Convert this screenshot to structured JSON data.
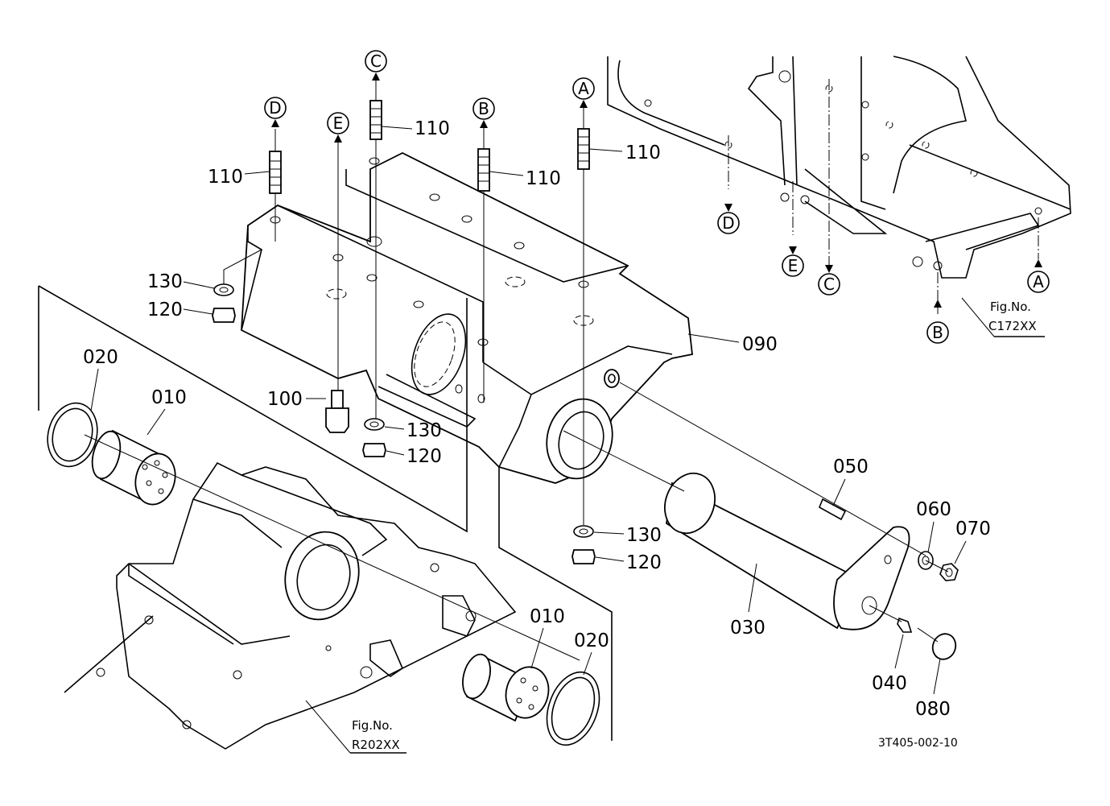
{
  "drawing": {
    "code": "3T405-002-10"
  },
  "callouts": [
    {
      "id": "c1",
      "text": "110"
    },
    {
      "id": "c2",
      "text": "110"
    },
    {
      "id": "c3",
      "text": "110"
    },
    {
      "id": "c4",
      "text": "110"
    },
    {
      "id": "c5",
      "text": "130"
    },
    {
      "id": "c6",
      "text": "120"
    },
    {
      "id": "c7",
      "text": "090"
    },
    {
      "id": "c8",
      "text": "020"
    },
    {
      "id": "c9",
      "text": "010"
    },
    {
      "id": "c10",
      "text": "100"
    },
    {
      "id": "c11",
      "text": "130"
    },
    {
      "id": "c12",
      "text": "120"
    },
    {
      "id": "c13",
      "text": "050"
    },
    {
      "id": "c14",
      "text": "060"
    },
    {
      "id": "c15",
      "text": "070"
    },
    {
      "id": "c16",
      "text": "130"
    },
    {
      "id": "c17",
      "text": "120"
    },
    {
      "id": "c18",
      "text": "030"
    },
    {
      "id": "c19",
      "text": "040"
    },
    {
      "id": "c20",
      "text": "080"
    },
    {
      "id": "c21",
      "text": "010"
    },
    {
      "id": "c22",
      "text": "020"
    }
  ],
  "markers": [
    {
      "id": "m1",
      "letter": "C"
    },
    {
      "id": "m2",
      "letter": "D"
    },
    {
      "id": "m3",
      "letter": "E"
    },
    {
      "id": "m4",
      "letter": "B"
    },
    {
      "id": "m5",
      "letter": "A"
    },
    {
      "id": "m6",
      "letter": "D"
    },
    {
      "id": "m7",
      "letter": "E"
    },
    {
      "id": "m8",
      "letter": "C"
    },
    {
      "id": "m9",
      "letter": "A"
    },
    {
      "id": "m10",
      "letter": "B"
    }
  ],
  "figure_refs": [
    {
      "id": "f1",
      "line1": "Fig.No.",
      "line2": "C172XX"
    },
    {
      "id": "f2",
      "line1": "Fig.No.",
      "line2": "R202XX"
    }
  ]
}
